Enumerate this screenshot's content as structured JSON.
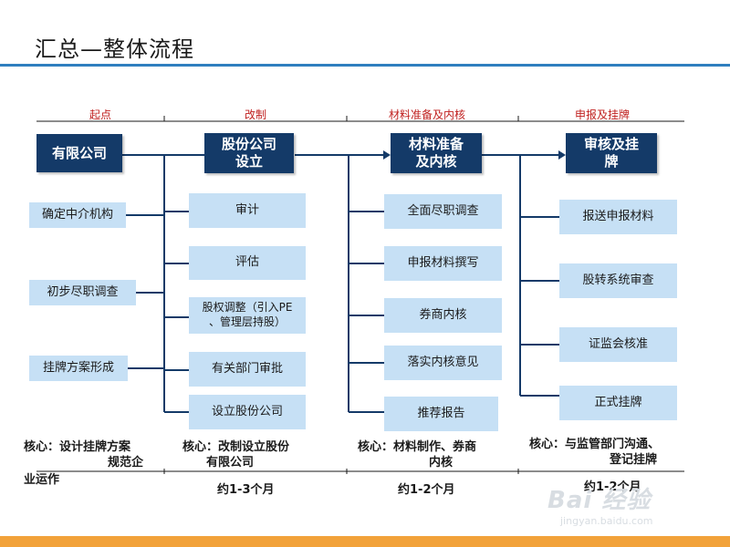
{
  "title": "汇总—整体流程",
  "phases": [
    "起点",
    "改制",
    "材料准备及内核",
    "申报及挂牌"
  ],
  "stages": [
    "有限公司",
    "股份公司设立",
    "材料准备及内核",
    "审核及挂牌"
  ],
  "stage_lines": {
    "s2": [
      "股份公司",
      "设立"
    ],
    "s3": [
      "材料准备",
      "及内核"
    ],
    "s4": [
      "审核及挂",
      "牌"
    ]
  },
  "col1_items": [
    "确定中介机构",
    "初步尽职调查",
    "挂牌方案形成"
  ],
  "col2_items": [
    "审计",
    "评估",
    "股权调整（引入PE",
    "、管理层持股）",
    "有关部门审批",
    "设立股份公司"
  ],
  "col3_items": [
    "全面尽职调查",
    "申报材料撰写",
    "券商内核",
    "落实内核意见",
    "推荐报告"
  ],
  "col4_items": [
    "报送申报材料",
    "股转系统审查",
    "证监会核准",
    "正式挂牌"
  ],
  "core": {
    "c1_a": "核心：设计挂牌方案",
    "c1_b": "规范企",
    "c1_c": "业运作",
    "c2_a": "核心：改制设立股份",
    "c2_b": "有限公司",
    "c3_a": "核心：材料制作、券商",
    "c3_b": "内核",
    "c4_a": "核心：与监管部门沟通、",
    "c4_b": "登记挂牌"
  },
  "durations": [
    "约1-3个月",
    "约1-2个月",
    "约1-2个月"
  ],
  "watermark": {
    "main": "Bai 经验",
    "sub": "jingyan.baidu.com"
  },
  "colors": {
    "dark_box": "#143a68",
    "light_box": "#c6e0f5",
    "phase_text": "#c0201f",
    "title_rule": "#2f7fbf",
    "footer_bar": "#f2a23a"
  }
}
